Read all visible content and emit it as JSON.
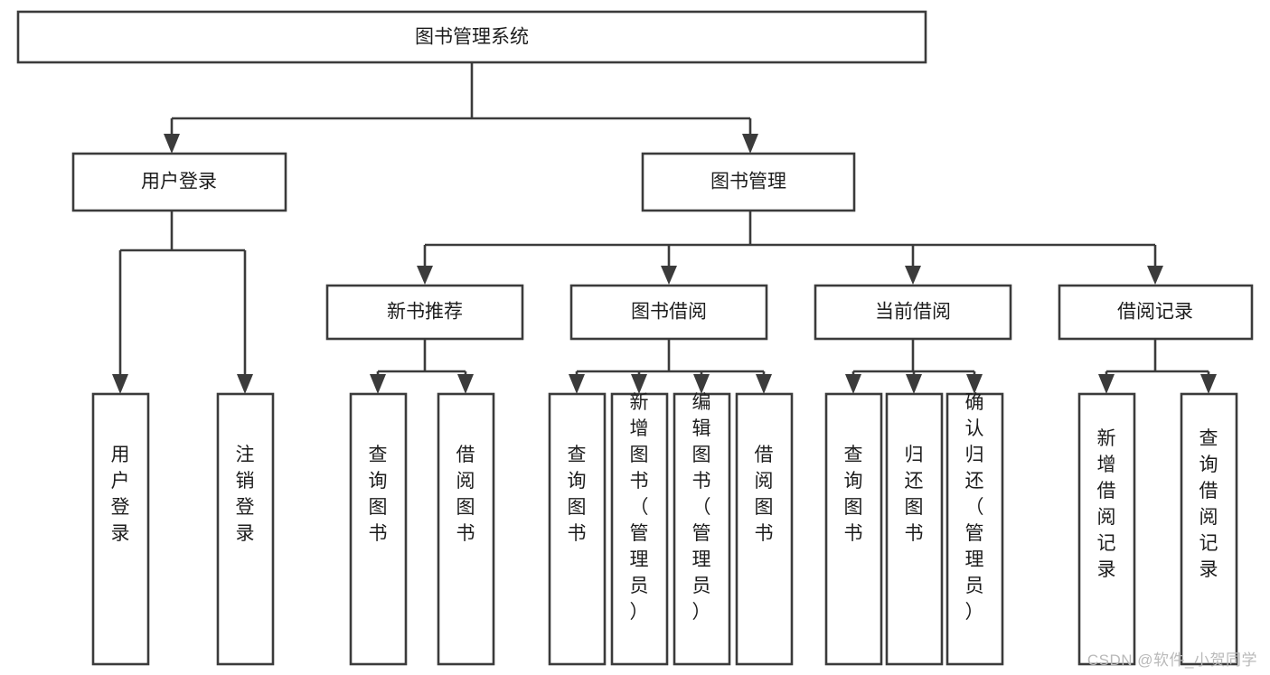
{
  "diagram": {
    "type": "tree",
    "title": "图书管理系统",
    "watermark": "CSDN @软件_小贺同学",
    "colors": {
      "box_stroke": "#3b3b3b",
      "box_fill": "#ffffff",
      "text": "#1d1d1d",
      "watermark": "#b9b9b9",
      "background": "#ffffff"
    },
    "levels": {
      "root": {
        "label": "图书管理系统"
      },
      "level2": [
        {
          "label": "用户登录"
        },
        {
          "label": "图书管理"
        }
      ],
      "level3": [
        {
          "label": "新书推荐"
        },
        {
          "label": "图书借阅"
        },
        {
          "label": "当前借阅"
        },
        {
          "label": "借阅记录"
        }
      ],
      "leaves": {
        "user_login": [
          {
            "label": "用户登录"
          },
          {
            "label": "注销登录"
          }
        ],
        "new_book_recommend": [
          {
            "label": "查询图书"
          },
          {
            "label": "借阅图书"
          }
        ],
        "book_borrow": [
          {
            "label": "查询图书"
          },
          {
            "label": "新增图书（管理员）"
          },
          {
            "label": "编辑图书（管理员）"
          },
          {
            "label": "借阅图书"
          }
        ],
        "current_borrow": [
          {
            "label": "查询图书"
          },
          {
            "label": "归还图书"
          },
          {
            "label": "确认归还（管理员）"
          }
        ],
        "borrow_record": [
          {
            "label": "新增借阅记录"
          },
          {
            "label": "查询借阅记录"
          }
        ]
      }
    }
  }
}
